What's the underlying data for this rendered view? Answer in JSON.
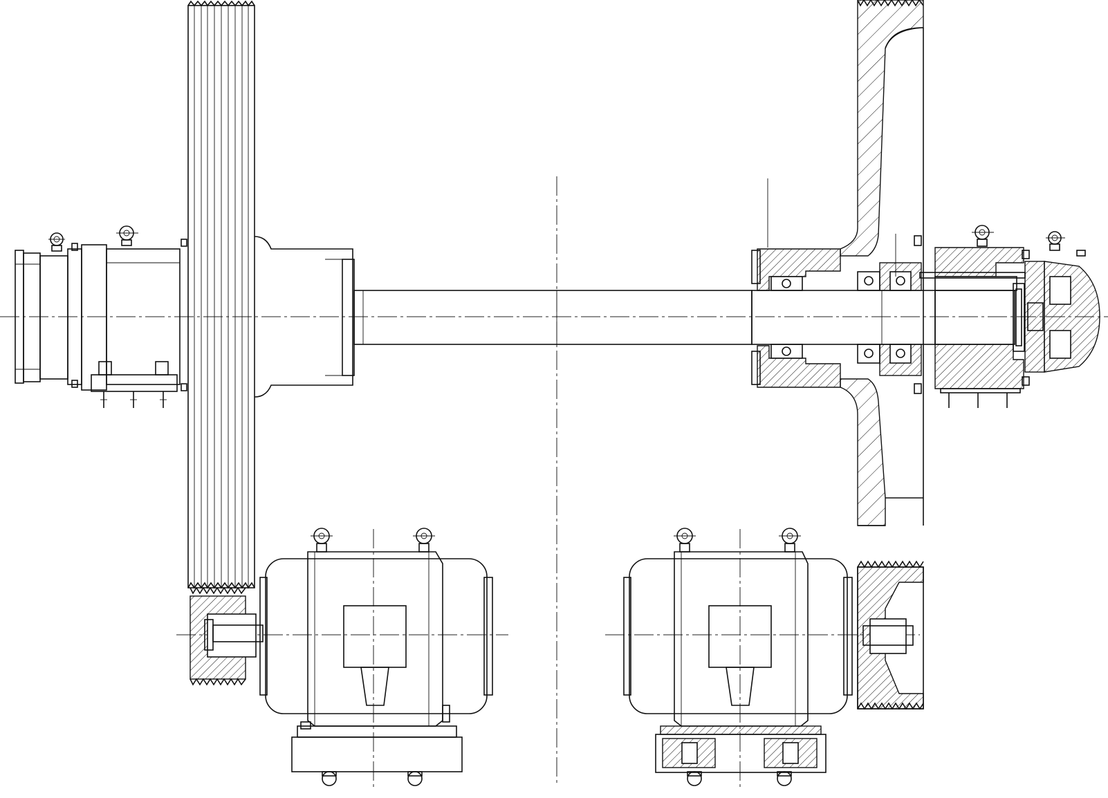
{
  "drawing": {
    "colors": {
      "line": "#111111",
      "paper": "#ffffff"
    },
    "views": [
      "left-belt-drive-assembly",
      "right-sectioned-pulley-assembly",
      "left-motor",
      "right-motor"
    ]
  }
}
